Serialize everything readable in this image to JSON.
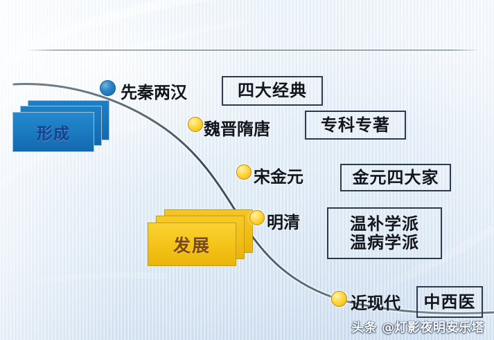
{
  "slide": {
    "background_color": "#e3eef8",
    "accent_blue": "#1774bb",
    "accent_gold": "#f0bd12",
    "line_color": "#2b3a4e"
  },
  "stage_cards": [
    {
      "id": "formation",
      "label": "形成",
      "color": "#1774bb",
      "text_color": "#1b3f8f"
    },
    {
      "id": "development",
      "label": "发展",
      "color": "#f0bd12",
      "text_color": "#7a4a12"
    }
  ],
  "timeline": {
    "nodes": [
      {
        "id": "node-xianqin-lianghan",
        "era": "先秦两汉",
        "dot_color": "#2a85c8",
        "dot_style": "blue"
      },
      {
        "id": "node-weijin-suitang",
        "era": "魏晋隋唐",
        "dot_color": "#ffd83f",
        "dot_style": "gold"
      },
      {
        "id": "node-song-jin-yuan",
        "era": "宋金元",
        "dot_color": "#ffd83f",
        "dot_style": "gold"
      },
      {
        "id": "node-ming-qing",
        "era": "明清",
        "dot_color": "#ffd83f",
        "dot_style": "gold"
      },
      {
        "id": "node-jin-xiandai",
        "era": "近现代",
        "dot_color": "#ffd83f",
        "dot_style": "gold"
      }
    ]
  },
  "achievement_boxes": [
    {
      "id": "box-sidajingdian",
      "lines": [
        "四大经典"
      ]
    },
    {
      "id": "box-zhuankezhuzhu",
      "lines": [
        "专科专著"
      ]
    },
    {
      "id": "box-jinyuansidajia",
      "lines": [
        "金元四大家"
      ]
    },
    {
      "id": "box-wenxuepai",
      "lines": [
        "温补学派",
        "温病学派"
      ]
    },
    {
      "id": "box-zhongxiyi",
      "lines": [
        "中西医"
      ]
    }
  ],
  "boxes": {
    "sidajingdian": "四大经典",
    "zhuankezhuzhu": "专科专著",
    "jinyuansidajia": "金元四大家",
    "wenbu": "温补学派",
    "wenbing": "温病学派",
    "zhongxiyi": "中西医"
  },
  "eras": {
    "xianqin_lianghan": "先秦两汉",
    "weijin_suitang": "魏晋隋唐",
    "song_jin_yuan": "宋金元",
    "ming_qing": "明清",
    "jin_xiandai": "近现代"
  },
  "cards": {
    "formation": "形成",
    "development": "发展"
  },
  "watermark": {
    "text": "头条 @灯影夜明安乐塔"
  }
}
